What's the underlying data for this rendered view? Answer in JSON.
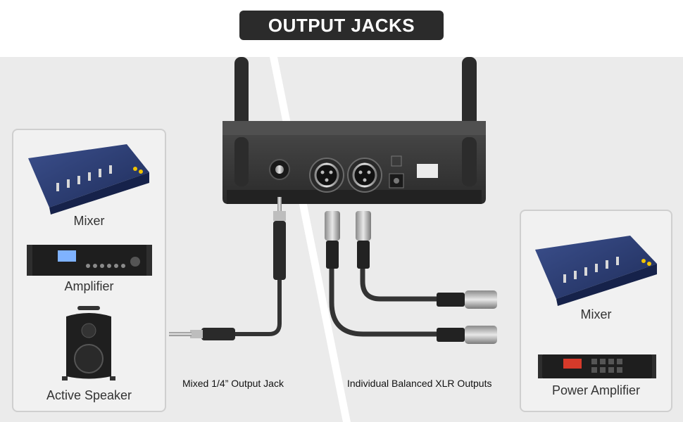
{
  "title": "OUTPUT JACKS",
  "left_panel": {
    "devices": [
      {
        "label": "Mixer",
        "icon": "mixer-icon"
      },
      {
        "label": "Amplifier",
        "icon": "amplifier-icon"
      },
      {
        "label": "Active Speaker",
        "icon": "speaker-icon"
      }
    ]
  },
  "right_panel": {
    "devices": [
      {
        "label": "Mixer",
        "icon": "mixer-icon"
      },
      {
        "label": "Power Amplifier",
        "icon": "power-amplifier-icon"
      }
    ]
  },
  "captions": {
    "quarter_inch": "Mixed 1/4” Output Jack",
    "xlr": "Individual Balanced XLR Outputs"
  },
  "colors": {
    "title_bg": "#2b2b2b",
    "stage_bg": "#ebebeb",
    "panel_border": "#cfcfcf",
    "receiver_body": "#3a3a3a"
  }
}
